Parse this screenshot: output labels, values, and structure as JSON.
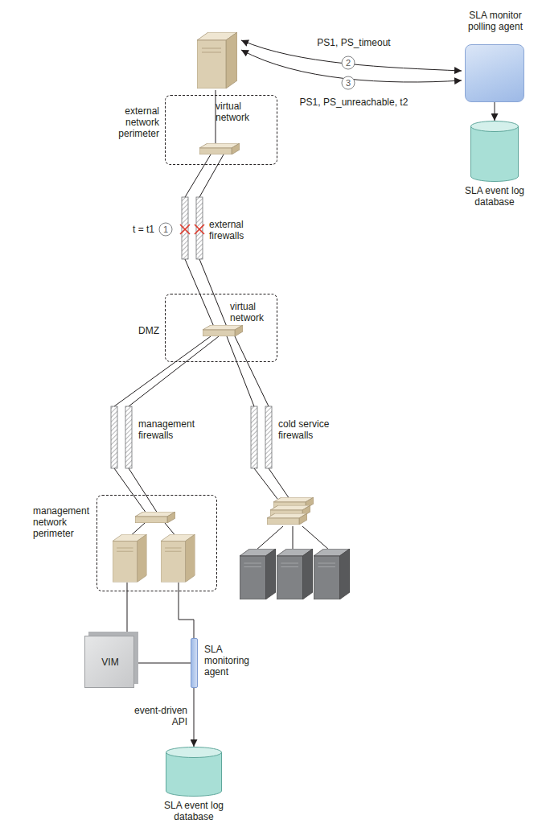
{
  "diagram": {
    "nodes": [
      {
        "text": [
          "SLA monitor polling agent"
        ]
      },
      {
        "text": [
          "SLA event log database"
        ]
      },
      {
        "text": [
          "external network perimeter",
          "virtual network"
        ]
      },
      {
        "text": [
          "DMZ",
          "virtual network"
        ]
      },
      {
        "text": [
          "management network perimeter"
        ]
      },
      {
        "text": [
          "VIM"
        ]
      },
      {
        "text": [
          "SLA monitoring agent"
        ]
      },
      {
        "text": [
          "SLA event log database"
        ]
      }
    ],
    "edges": [
      {
        "from": 0,
        "to": 1,
        "arrow": "to"
      },
      {
        "from": 5,
        "to": 6,
        "arrow": "none"
      },
      {
        "from": 6,
        "to": 7,
        "label": "event-driven API",
        "arrow": "to"
      }
    ],
    "labels": [
      "PS1, PS_timeout",
      "2",
      "PS1, PS_unreachable, t2",
      "3",
      "t = t1",
      "1",
      "external firewalls",
      "management firewalls",
      "cold service firewalls"
    ]
  }
}
